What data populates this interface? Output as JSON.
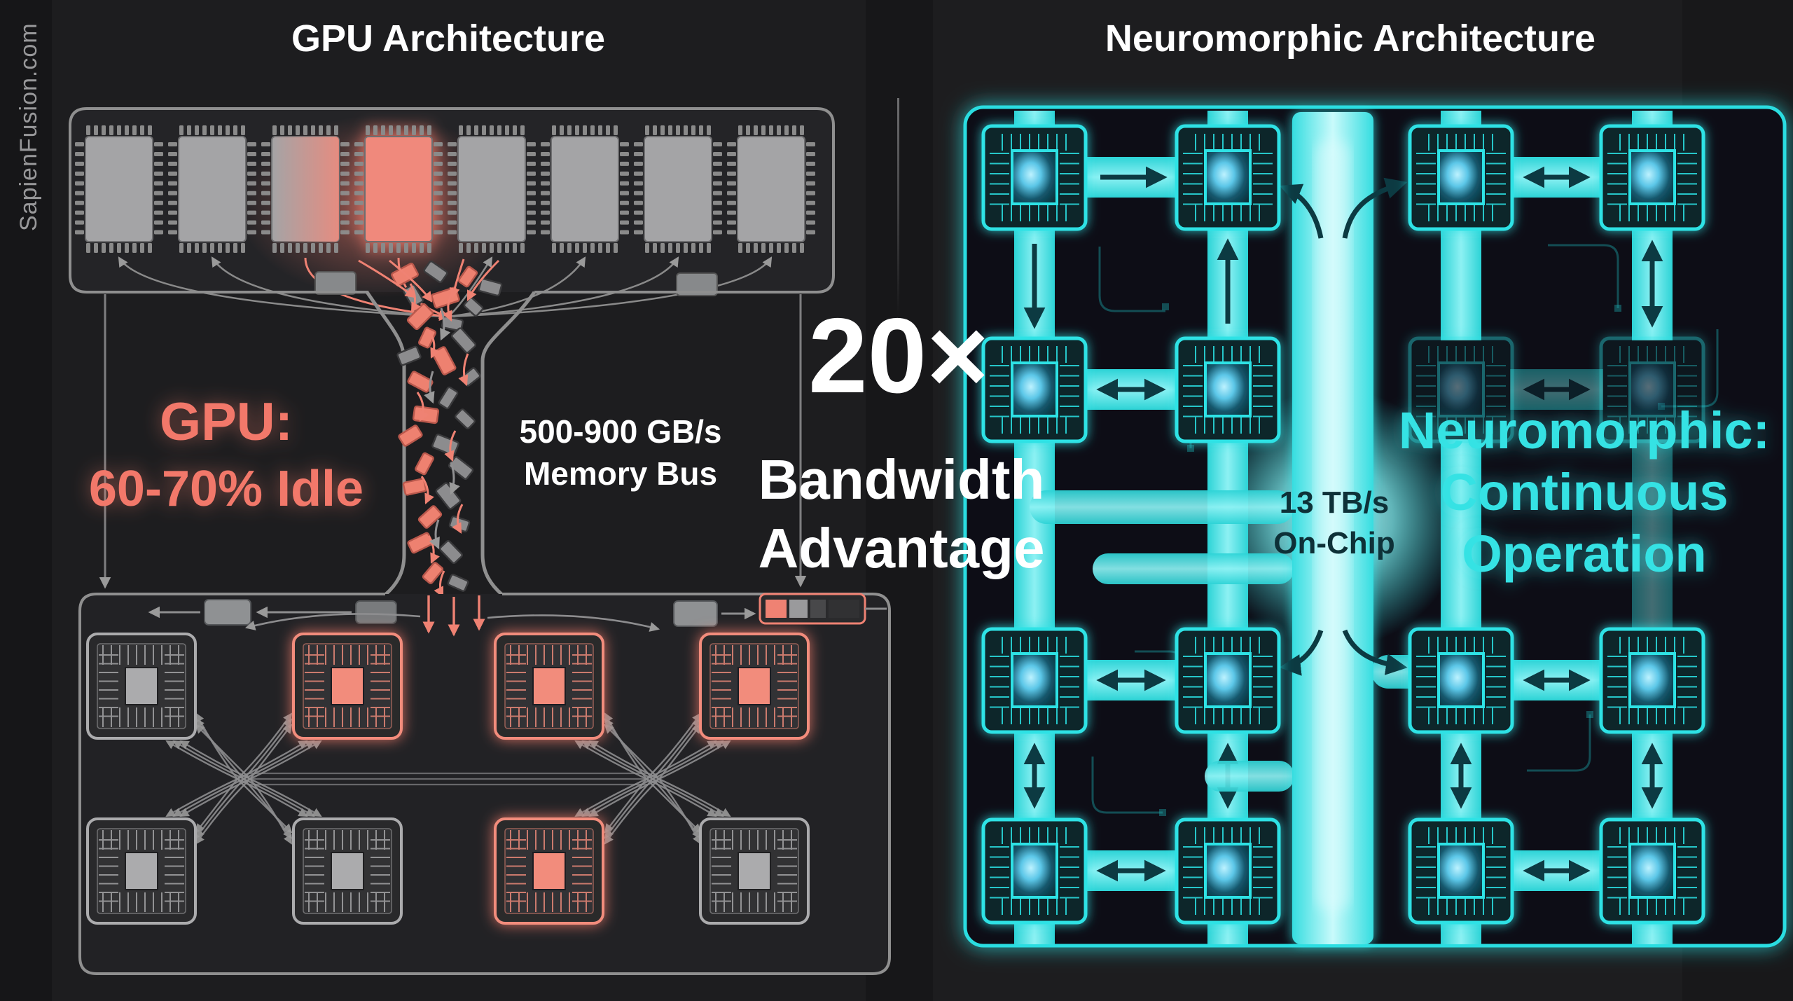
{
  "watermark": "SapienFusion.com",
  "gpu": {
    "title": "GPU Architecture",
    "idle_label": {
      "line1": "GPU:",
      "line2": "60-70% Idle"
    },
    "bus_label": {
      "line1": "500-900 GB/s",
      "line2": "Memory Bus"
    },
    "memory_chips": [
      "idle",
      "idle",
      "ramp",
      "active",
      "idle",
      "idle",
      "idle",
      "idle"
    ],
    "cores": [
      "idle",
      "active",
      "active",
      "active",
      "idle",
      "idle",
      "active",
      "idle"
    ]
  },
  "comparison": {
    "line1": "20×",
    "line2": "Bandwidth",
    "line3": "Advantage"
  },
  "neuro": {
    "title": "Neuromorphic Architecture",
    "onchip_label": {
      "line1": "13 TB/s",
      "line2": "On-Chip"
    },
    "side_label": {
      "line1": "Neuromorphic:",
      "line2": "Continuous",
      "line3": "Operation"
    },
    "grid": {
      "rows": 4,
      "cols": 4,
      "dimmed": [
        [
          1,
          2
        ],
        [
          1,
          3
        ]
      ]
    }
  },
  "colors": {
    "background": "#1d1d1f",
    "accent_red": "#f2786a",
    "accent_cyan": "#2ee2e5",
    "gray_line": "#8f8f8f",
    "dark_arrow": "#0c3a42",
    "white": "#ffffff"
  }
}
